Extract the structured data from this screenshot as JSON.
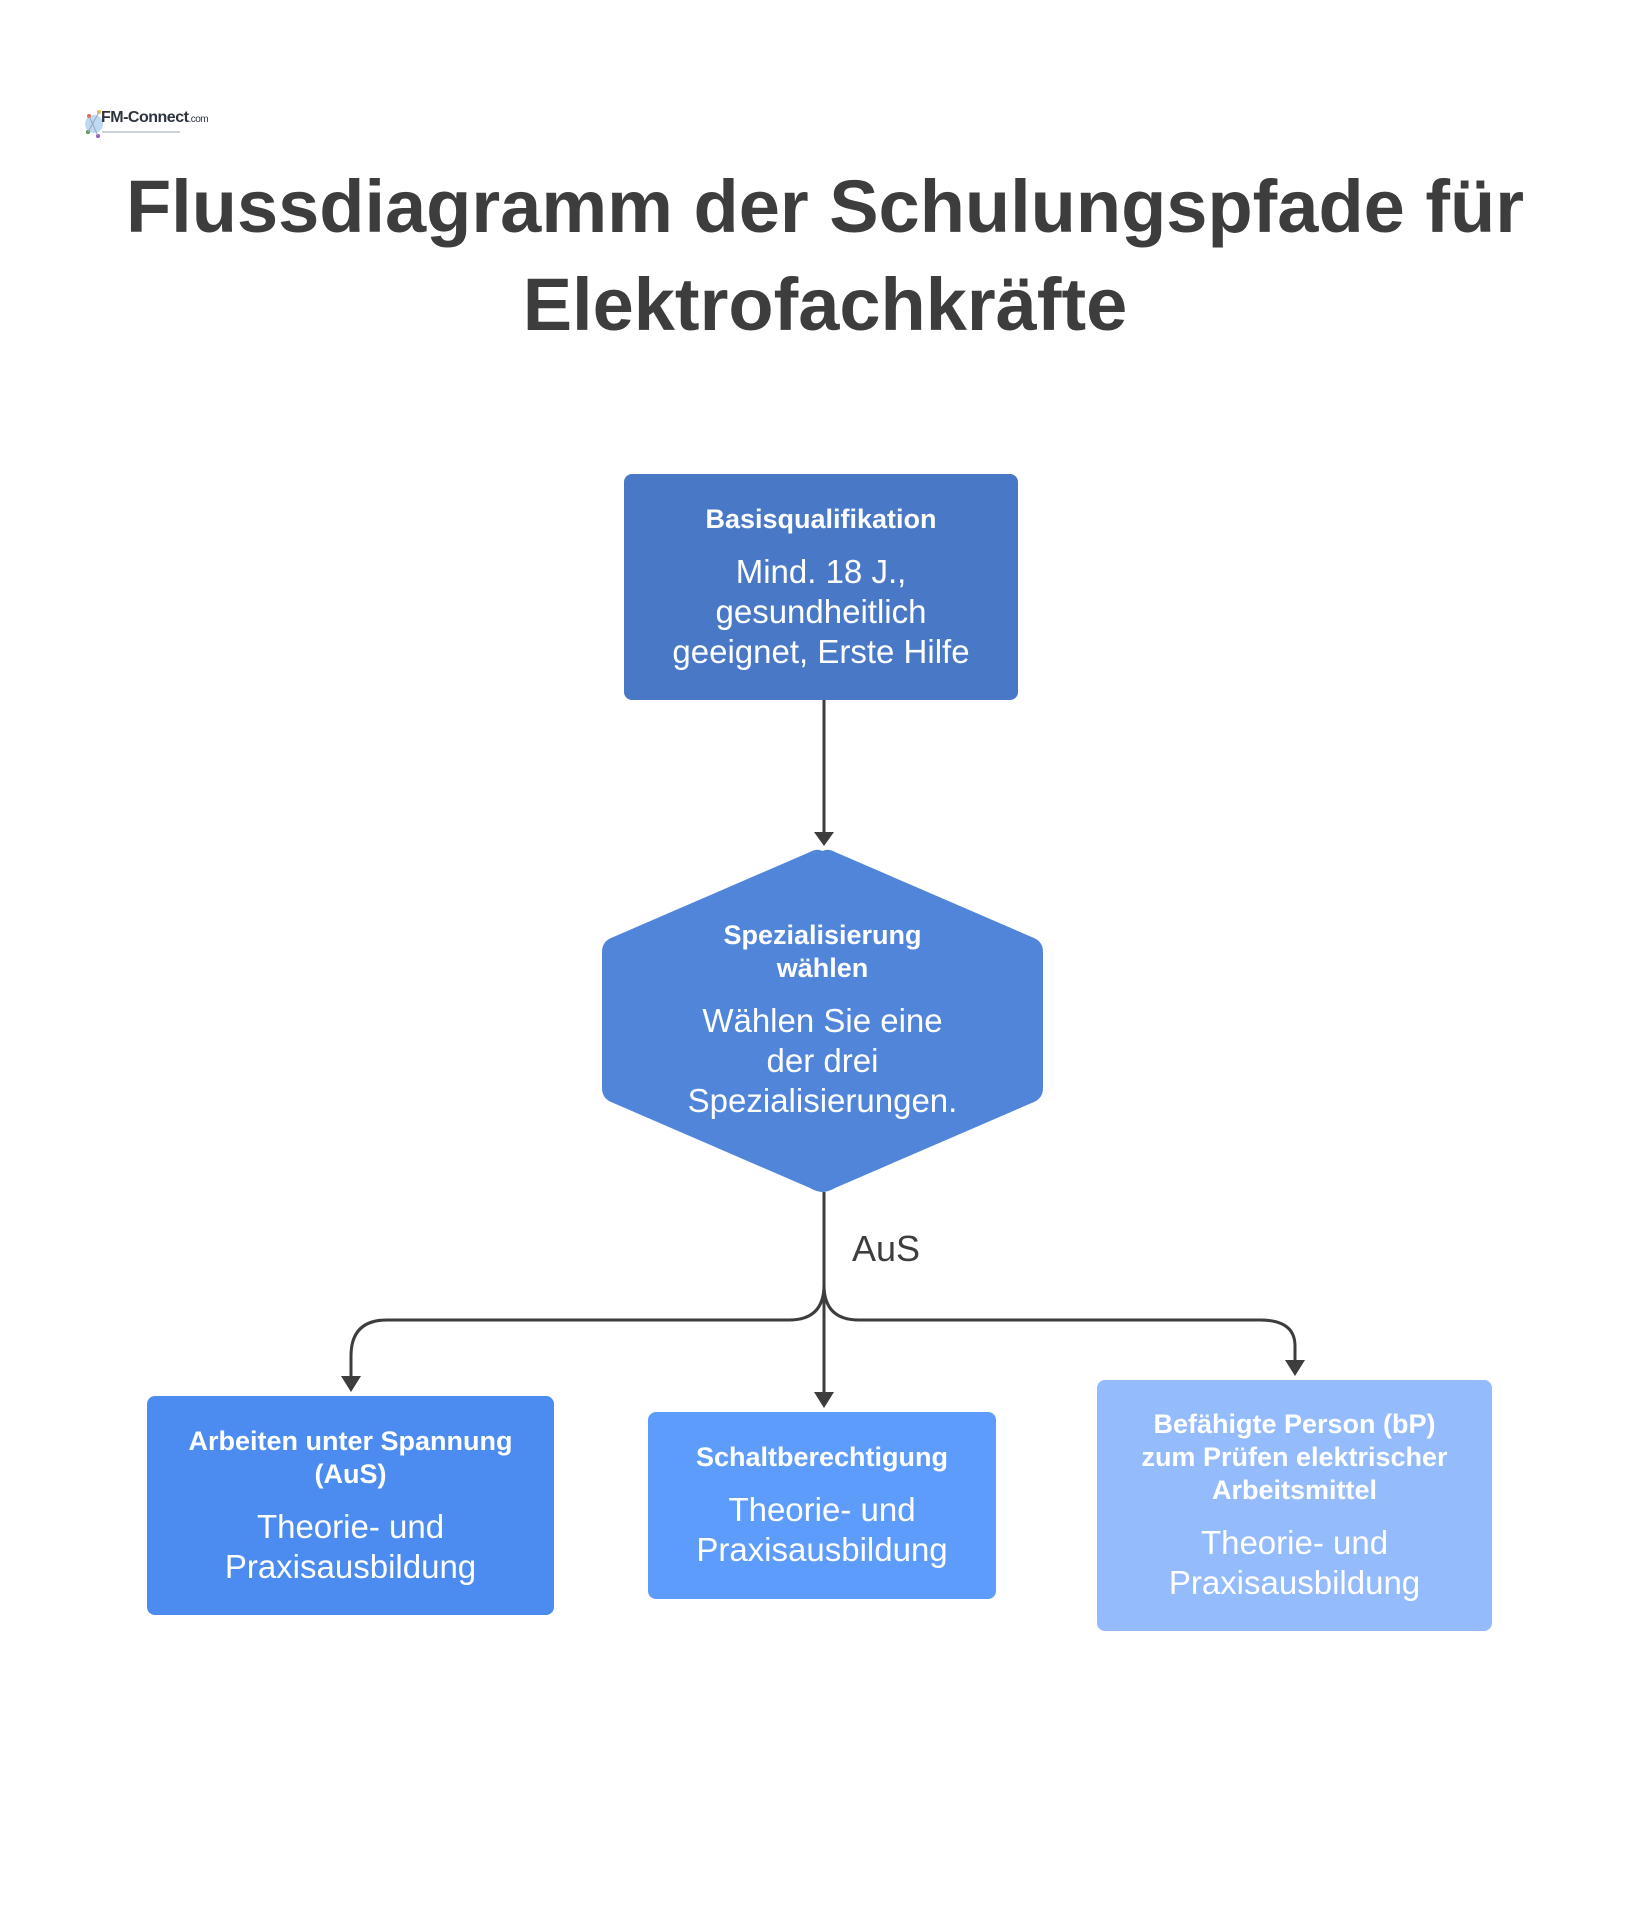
{
  "logo": {
    "brand": "FM-Connect",
    "suffix": ".com"
  },
  "title": "Flussdiagramm der Schulungspfade für Elektrofachkräfte",
  "nodes": {
    "basis": {
      "title": "Basisqualifikation",
      "description": "Mind. 18 J., gesundheitlich geeignet, Erste Hilfe"
    },
    "decision": {
      "title": "Spezialisierung wählen",
      "description": "Wählen Sie eine der drei Spezialisierungen."
    },
    "aus": {
      "title": "Arbeiten unter Spannung (AuS)",
      "description": "Theorie- und Praxisausbildung"
    },
    "schalt": {
      "title": "Schaltberechtigung",
      "description": "Theorie- und Praxisausbildung"
    },
    "bp": {
      "title": "Befähigte Person (bP) zum Prüfen elektrischer Arbeitsmittel",
      "description": "Theorie- und Praxisausbildung"
    }
  },
  "edge_labels": {
    "decision_branch": "AuS"
  },
  "colors": {
    "basis": "#4878c6",
    "decision": "#5185da",
    "aus": "#4c8cf0",
    "schalt": "#5e9cfb",
    "bp": "#94bbfb",
    "connector": "#3d3d3d"
  }
}
